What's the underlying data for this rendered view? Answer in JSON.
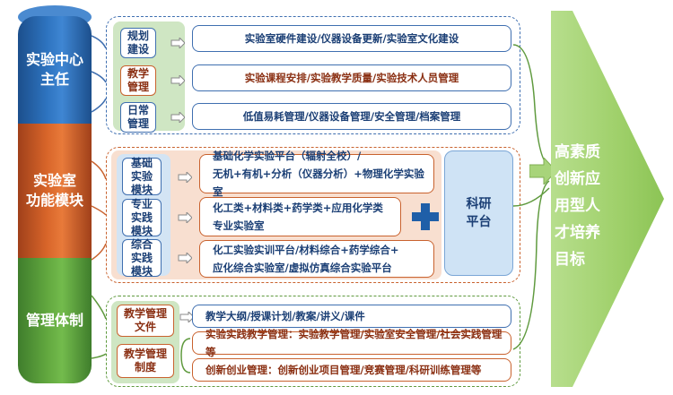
{
  "left_column": {
    "seg1": "实验中心\n主任",
    "seg1_a": "实验中心",
    "seg1_b": "主任",
    "seg2_a": "实验室",
    "seg2_b": "功能模块",
    "seg3": "管理体制"
  },
  "group1": {
    "labels": [
      {
        "a": "规划",
        "b": "建设"
      },
      {
        "a": "教学",
        "b": "管理"
      },
      {
        "a": "日常",
        "b": "管理"
      }
    ],
    "items": [
      "实验室硬件建设/仪器设备更新/实验室文化建设",
      "实验课程安排/实验教学质量/实验技术人员管理",
      "低值易耗管理/仪器设备管理/安全管理/档案管理"
    ]
  },
  "group2": {
    "labels": [
      {
        "a": "基础",
        "b": "实验",
        "c": "模块"
      },
      {
        "a": "专业",
        "b": "实践",
        "c": "模块"
      },
      {
        "a": "综合",
        "b": "实践",
        "c": "模块"
      }
    ],
    "items": [
      {
        "l1": "基础化学实验平台（辐射全校）/",
        "l2": "无机+有机+分析（仪器分析）+物理化学实验室"
      },
      {
        "l1": "化工类+材料类+药学类+应用化学类",
        "l2": "专业实验室"
      },
      {
        "l1": "化工实验实训平台/材料综合+药学综合+",
        "l2": "应化综合实验室/虚拟仿真综合实验平台"
      }
    ],
    "research": {
      "a": "科研",
      "b": "平台"
    }
  },
  "group3": {
    "labels": [
      {
        "a": "教学管理",
        "b": "文件"
      },
      {
        "a": "教学管理",
        "b": "制度"
      }
    ],
    "items": [
      "教学大纲/授课计划/教案/讲义/课件",
      "实验实践教学管理：实验教学管理/实验室安全管理/社会实践管理等",
      "创新创业管理：创新创业项目管理/竞赛管理/科研训练管理等"
    ]
  },
  "goal": {
    "l1": "高素质",
    "l2": "创新应",
    "l3": "用型人",
    "l4": "才培养",
    "l5": "目标"
  },
  "colors": {
    "blue": "#2e74c0",
    "orange": "#d9662a",
    "green": "#62a83f",
    "goal_arrow": "#9fd06a"
  }
}
